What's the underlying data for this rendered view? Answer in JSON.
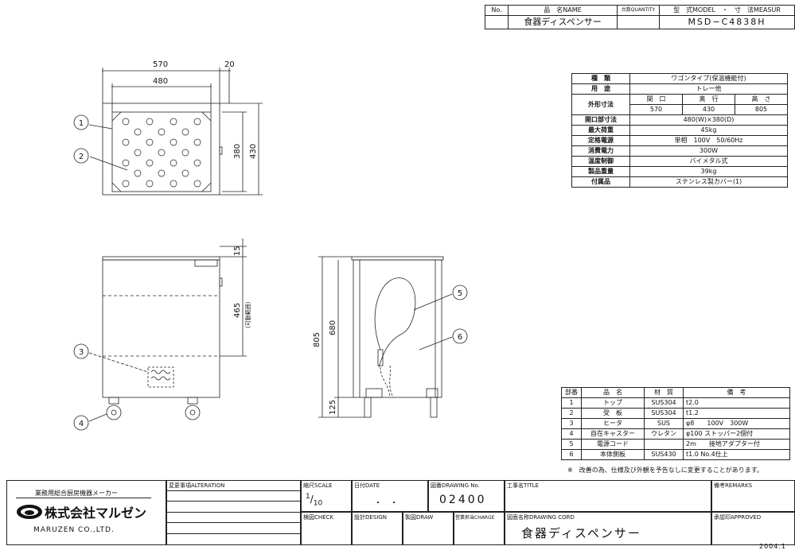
{
  "header": {
    "no_label": "No.",
    "name_label": "品　名NAME",
    "qty_label": "台数QUANTITY",
    "model_label": "型　式MODEL　・　寸　法MEASUR",
    "name_value": "食器ディスペンサー",
    "model_value": "MSD−C4838H"
  },
  "spec": {
    "rows": [
      {
        "k": "種　類",
        "v": "ワゴンタイプ(保温機能付)"
      },
      {
        "k": "用　途",
        "v": "トレー他"
      },
      {
        "k": "外形寸法",
        "sub_headers": [
          "間　口",
          "奥　行",
          "高　さ"
        ],
        "sub_values": [
          "570",
          "430",
          "805"
        ]
      },
      {
        "k": "開口部寸法",
        "v": "480(W)×380(D)"
      },
      {
        "k": "最大荷重",
        "v": "45kg"
      },
      {
        "k": "定格電源",
        "v": "単相　100V　50/60Hz"
      },
      {
        "k": "消費電力",
        "v": "300W"
      },
      {
        "k": "温度制御",
        "v": "バイメタル式"
      },
      {
        "k": "製品重量",
        "v": "39kg"
      },
      {
        "k": "付属品",
        "v": "ステンレス製カバー(1)"
      }
    ]
  },
  "parts": {
    "headers": [
      "部番",
      "品　名",
      "材　質",
      "備　考"
    ],
    "rows": [
      [
        "1",
        "トップ",
        "SUS304",
        "t2.0"
      ],
      [
        "2",
        "受　板",
        "SUS304",
        "t1.2"
      ],
      [
        "3",
        "ヒータ",
        "SUS",
        "φ8　　100V　300W"
      ],
      [
        "4",
        "自在キャスター",
        "ウレタン",
        "φ100 ストッパー2個付"
      ],
      [
        "5",
        "電源コード",
        "",
        "2m　　接地アダプター付"
      ],
      [
        "6",
        "本体側板",
        "SUS430",
        "t1.0 No.4仕上"
      ]
    ],
    "note": "※　改善の為、仕様及び外観を予告なしに変更することがあります。"
  },
  "drawing": {
    "dims": {
      "top_w_outer": "570",
      "top_w_side": "20",
      "top_w_inner": "480",
      "top_d_inner": "380",
      "top_d_outer": "430",
      "front_top": "15",
      "front_adjust": "465",
      "front_adjust_note": "(可動範囲)",
      "side_h_total": "805",
      "side_h_body": "680",
      "side_h_bottom": "125"
    },
    "callouts": [
      "1",
      "2",
      "3",
      "4",
      "5",
      "6"
    ]
  },
  "title_block": {
    "maker_line": "業務用総合厨房機器メーカー",
    "company_jp": "株式会社マルゼン",
    "company_en": "MARUZEN CO.,LTD.",
    "alteration_label": "変更事項ALTERATION",
    "scale_label": "縮尺SCALE",
    "scale_num": "1",
    "scale_den": "10",
    "date_label": "日付DATE",
    "date_value": "・　・",
    "drawing_no_label": "図番DRAWING No.",
    "drawing_no_value": "02400",
    "title_label": "工事名TITLE",
    "remarks_label": "備考REMARKS",
    "check_label": "検図CHECK",
    "design_label": "設計DESIGN",
    "draw_label": "製図DRAW",
    "charge_label": "営業担当CHARGE",
    "cord_label": "図面名称DRAWING CORD",
    "cord_value": "食器ディスペンサー",
    "approved_label": "承認印APPROVED",
    "year": "2004.1"
  }
}
